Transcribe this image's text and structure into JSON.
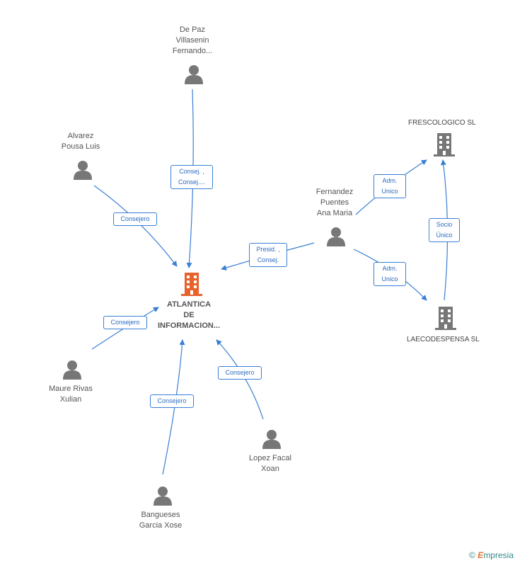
{
  "center": {
    "name": "ATLANTICA\nDE\nINFORMACION..."
  },
  "people": {
    "depaz": "De Paz\nVillasenin\nFernando...",
    "alvarez": "Alvarez\nPousa Luis",
    "fernandez": "Fernandez\nPuentes\nAna Maria",
    "maure": "Maure Rivas\nXulian",
    "bangueses": "Bangueses\nGarcia Xose",
    "lopez": "Lopez Facal\nXoan"
  },
  "companies": {
    "frescologico": "FRESCOLOGICO SL",
    "laecodespensa": "LAECODESPENSA SL"
  },
  "edges": {
    "depaz": "Consej. ,\nConsej....",
    "alvarez": "Consejero",
    "fernandez": "Presid. ,\nConsej.",
    "maure": "Consejero",
    "bangueses": "Consejero",
    "lopez": "Consejero",
    "fern_fresco": "Adm.\nUnico",
    "fern_laeco": "Adm.\nUnico",
    "laeco_fresco": "Socio\nÚnico"
  },
  "footer": {
    "copyright": "©",
    "brand_initial": "E",
    "brand_rest": "mpresia"
  },
  "colors": {
    "edge": "#3a7fd5",
    "person": "#777777",
    "company": "#777777",
    "center": "#e8622a"
  }
}
